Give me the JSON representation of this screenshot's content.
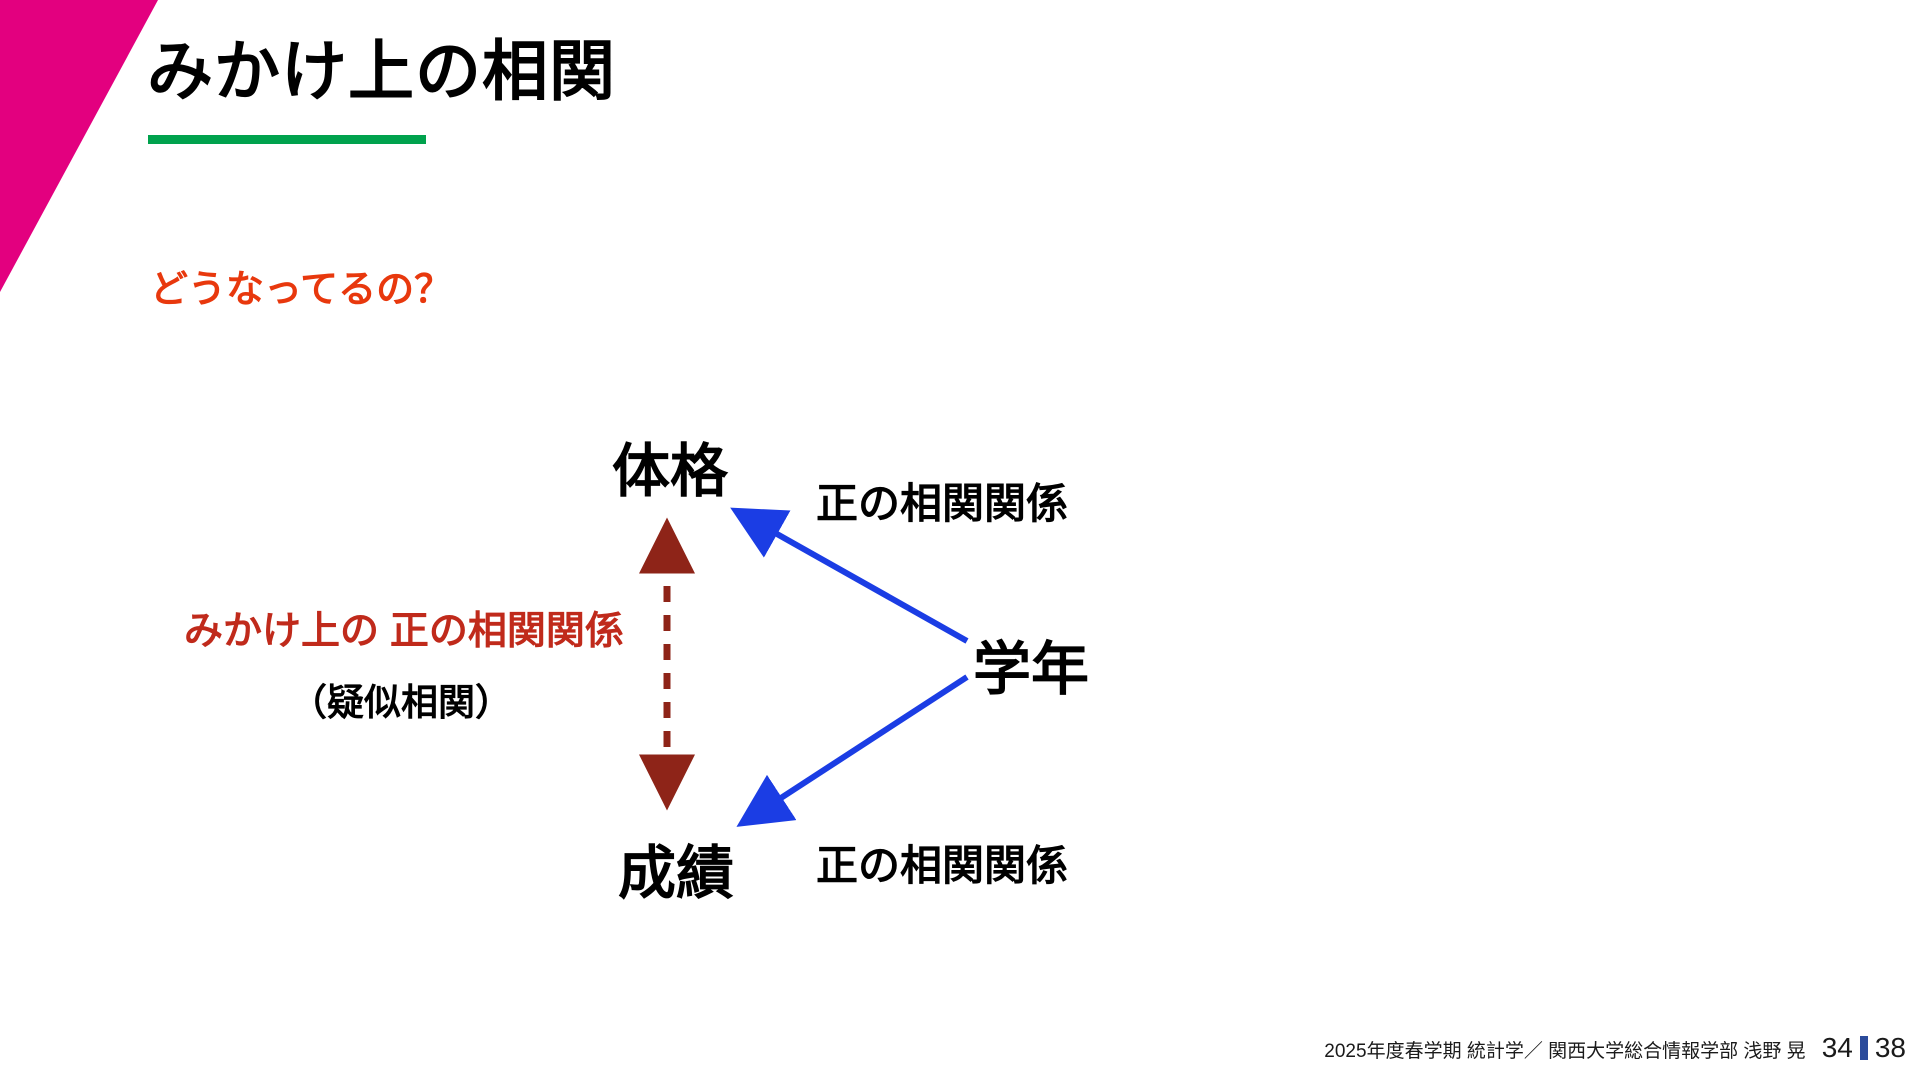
{
  "slide": {
    "title": "みかけ上の相関",
    "question": "どうなってるの？"
  },
  "diagram": {
    "node_top": "体格",
    "node_right": "学年",
    "node_bottom": "成績",
    "edge_top_label": "正の相関関係",
    "edge_bottom_label": "正の相関関係",
    "spurious_label": "みかけ上の 正の相関関係",
    "spurious_sub_label": "（疑似相関）"
  },
  "footer": {
    "credit": "2025年度春学期  統計学／ 関西大学総合情報学部 浅野 晃",
    "page_current": "34",
    "page_total": "38"
  },
  "colors": {
    "accent_magenta": "#E3007F",
    "underline_green": "#00A24D",
    "question_red": "#E8380D",
    "spurious_text_red": "#C02A1B",
    "dashed_arrow_red": "#8E2418",
    "arrow_blue": "#1B3DE4",
    "page_bar_blue": "#2B4B9B",
    "text_black": "#000000"
  }
}
